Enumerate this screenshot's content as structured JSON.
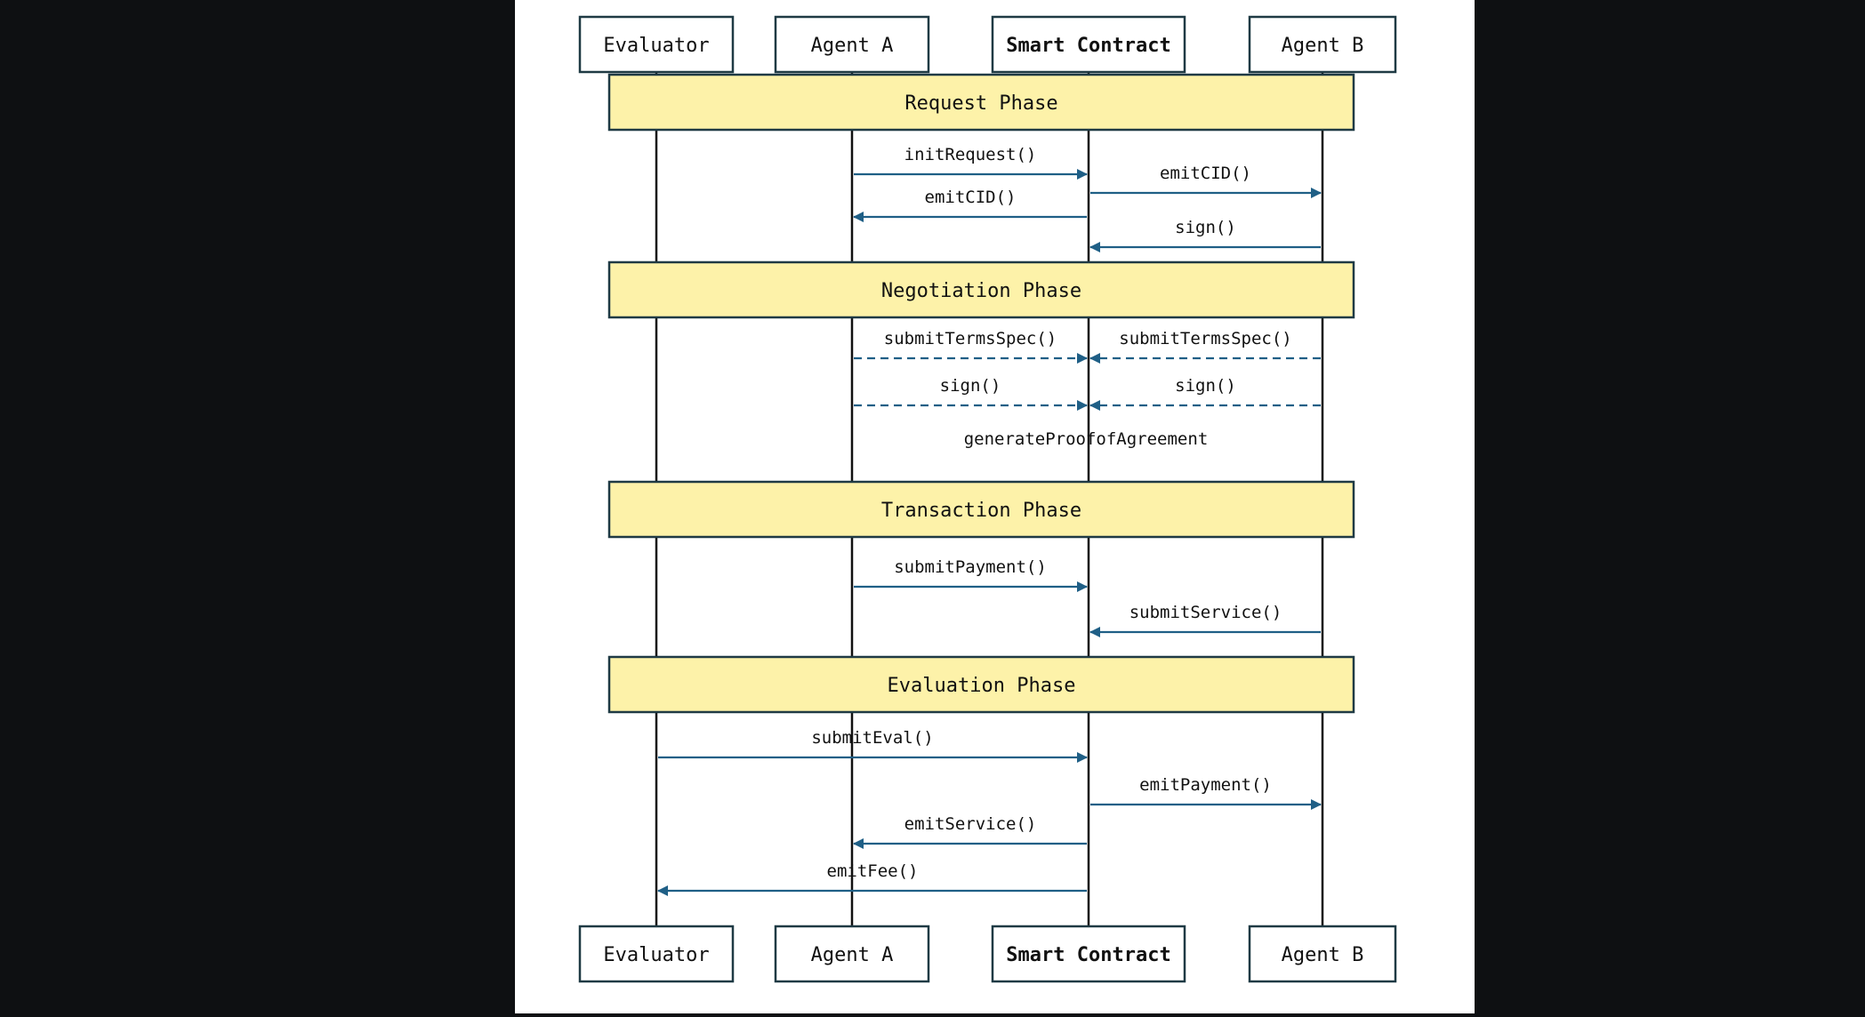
{
  "actors": [
    {
      "id": "evaluator",
      "label": "Evaluator",
      "bold": false
    },
    {
      "id": "agent_a",
      "label": "Agent A",
      "bold": false
    },
    {
      "id": "smart_contract",
      "label": "Smart Contract",
      "bold": true
    },
    {
      "id": "agent_b",
      "label": "Agent B",
      "bold": false
    }
  ],
  "phases": [
    {
      "label": "Request Phase"
    },
    {
      "label": "Negotiation Phase"
    },
    {
      "label": "Transaction Phase"
    },
    {
      "label": "Evaluation Phase"
    }
  ],
  "messages": [
    {
      "label": "initRequest()",
      "from": "agent_a",
      "to": "smart_contract",
      "style": "solid"
    },
    {
      "label": "emitCID()",
      "from": "smart_contract",
      "to": "agent_b",
      "style": "solid"
    },
    {
      "label": "emitCID()",
      "from": "smart_contract",
      "to": "agent_a",
      "style": "solid"
    },
    {
      "label": "sign()",
      "from": "agent_b",
      "to": "smart_contract",
      "style": "solid"
    },
    {
      "label": "submitTermsSpec()",
      "from": "agent_a",
      "to": "smart_contract",
      "style": "dashed"
    },
    {
      "label": "submitTermsSpec()",
      "from": "agent_b",
      "to": "smart_contract",
      "style": "dashed"
    },
    {
      "label": "sign()",
      "from": "agent_a",
      "to": "smart_contract",
      "style": "dashed"
    },
    {
      "label": "sign()",
      "from": "agent_b",
      "to": "smart_contract",
      "style": "dashed"
    },
    {
      "label": "submitPayment()",
      "from": "agent_a",
      "to": "smart_contract",
      "style": "solid"
    },
    {
      "label": "submitService()",
      "from": "agent_b",
      "to": "smart_contract",
      "style": "solid"
    },
    {
      "label": "submitEval()",
      "from": "evaluator",
      "to": "smart_contract",
      "style": "solid"
    },
    {
      "label": "emitPayment()",
      "from": "smart_contract",
      "to": "agent_b",
      "style": "solid"
    },
    {
      "label": "emitService()",
      "from": "smart_contract",
      "to": "agent_a",
      "style": "solid"
    },
    {
      "label": "emitFee()",
      "from": "smart_contract",
      "to": "evaluator",
      "style": "solid"
    }
  ],
  "notes": [
    {
      "label": "generateProofofAgreement"
    }
  ],
  "colors": {
    "page_background": "#0e1012",
    "canvas_background": "#ffffff",
    "phase_fill": "#fdf2a9",
    "arrow_color": "#1f5f86",
    "border_color": "#1f3a44"
  }
}
